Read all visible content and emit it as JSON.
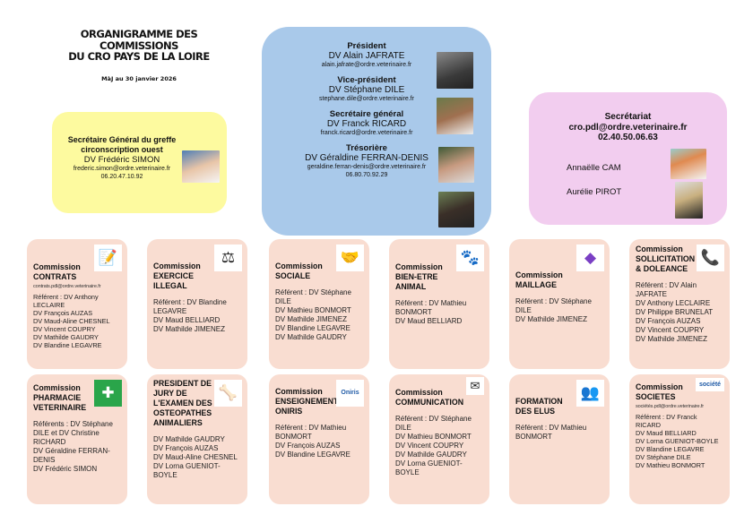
{
  "header": {
    "title_lines": [
      "ORGANIGRAMME DES",
      "COMMISSIONS",
      "DU CRO PAYS DE LA LOIRE"
    ],
    "updated": "MàJ au 30 janvier 2026"
  },
  "greffe": {
    "role_lines": [
      "Secrétaire Général du greffe",
      "circonscription ouest"
    ],
    "name": "DV Frédéric SIMON",
    "email": "frederic.simon@ordre.veterinaire.fr",
    "phone": "06.20.47.10.92"
  },
  "bureau": [
    {
      "role": "Président",
      "name": "DV Alain JAFRATE",
      "email": "alain.jafrate@ordre.veterinaire.fr"
    },
    {
      "role": "Vice-président",
      "name": "DV Stéphane DILE",
      "email": "stephane.dile@ordre.veterinaire.fr"
    },
    {
      "role": "Secrétaire général",
      "name": "DV Franck RICARD",
      "email": "franck.ricard@ordre.veterinaire.fr"
    },
    {
      "role": "Trésorière",
      "name": "DV Géraldine FERRAN-DENIS",
      "email": "geraldine.ferran-denis@ordre.veterinaire.fr",
      "phone": "06.80.70.92.29"
    }
  ],
  "secretariat": {
    "title": "Secrétariat",
    "email": "cro.pdl@ordre.veterinaire.fr",
    "phone": "02.40.50.06.63",
    "members": [
      "Annaëlle CAM",
      "Aurélie PIROT"
    ]
  },
  "commissions": [
    {
      "title": [
        "Commission",
        "CONTRATS"
      ],
      "email": "contrats.pdl@ordre.veterinaire.fr",
      "icon": "contract-icon",
      "glyph": "📝",
      "body": [
        "Référent : DV Anthony",
        "LECLAIRE",
        "DV François AUZAS",
        "DV Maud-Aline CHESNEL",
        "DV Vincent COUPRY",
        "DV Mathilde GAUDRY",
        "DV Blandine LEGAVRE"
      ]
    },
    {
      "title": [
        "Commission",
        "EXERCICE",
        "ILLEGAL"
      ],
      "icon": "scales-icon",
      "glyph": "⚖",
      "body": [
        "Référent : DV Blandine",
        "LEGAVRE",
        "DV Maud BELLIARD",
        "DV Mathilde JIMENEZ"
      ]
    },
    {
      "title": [
        "Commission",
        "SOCIALE"
      ],
      "icon": "handshake-icon",
      "glyph": "🤝",
      "body": [
        "Référent : DV Stéphane",
        "DILE",
        "DV Mathieu BONMORT",
        "DV Mathilde JIMENEZ",
        "DV Blandine LEGAVRE",
        "DV Mathilde GAUDRY"
      ]
    },
    {
      "title": [
        "Commission",
        "BIEN-ETRE",
        "ANIMAL"
      ],
      "icon": "animal-care-icon",
      "glyph": "🐾",
      "body": [
        "Référent : DV Mathieu",
        "BONMORT",
        "DV Maud BELLIARD"
      ]
    },
    {
      "title": [
        "Commission",
        "MAILLAGE"
      ],
      "icon": "france-map-icon",
      "glyph": "◆",
      "body": [
        "Référent : DV Stéphane",
        "DILE",
        "DV Mathilde JIMENEZ"
      ]
    },
    {
      "title": [
        "Commission",
        "SOLLICITATION",
        "& DOLEANCE"
      ],
      "icon": "phone-icon",
      "glyph": "📞",
      "body": [
        "Référent : DV Alain",
        "JAFRATE",
        "DV Anthony LECLAIRE",
        "DV Philippe BRUNELAT",
        "DV François AUZAS",
        "DV Vincent COUPRY",
        "DV Mathilde JIMENEZ"
      ]
    },
    {
      "title": [
        "Commission",
        "PHARMACIE",
        "VETERINAIRE"
      ],
      "icon": "pharmacy-cross-icon",
      "glyph": "✚",
      "body": [
        "Référents : DV Stéphane",
        "DILE et DV Christine",
        "RICHARD",
        "DV Géraldine FERRAN-",
        "DENIS",
        "DV Frédéric SIMON"
      ]
    },
    {
      "title": [
        "PRESIDENT DE",
        "JURY DE",
        "L'EXAMEN DES",
        "OSTEOPATHES",
        "ANIMALIERS"
      ],
      "icon": "anatomy-icon",
      "glyph": "🦴",
      "body": [
        "DV Mathilde GAUDRY",
        "DV François AUZAS",
        "DV Maud-Aline CHESNEL",
        "DV Lorna GUENIOT-",
        "BOYLE"
      ]
    },
    {
      "title": [
        "Commission",
        "ENSEIGNEMENT",
        "ONIRIS"
      ],
      "icon": "oniris-logo-icon",
      "glyph": "Oniris",
      "body": [
        "Référent : DV Mathieu",
        "BONMORT",
        "DV François AUZAS",
        "DV Blandine LEGAVRE"
      ]
    },
    {
      "title": [
        "Commission",
        "COMMUNICATION"
      ],
      "icon": "mail-icon",
      "glyph": "✉",
      "body": [
        "Référent : DV Stéphane",
        "DILE",
        "DV Mathieu BONMORT",
        "DV Vincent COUPRY",
        "DV Mathilde GAUDRY",
        "DV Lorna GUENIOT-",
        "BOYLE"
      ]
    },
    {
      "title": [
        "FORMATION",
        "DES ELUS"
      ],
      "icon": "training-icon",
      "glyph": "👥",
      "body": [
        "Référent : DV Mathieu",
        "BONMORT"
      ]
    },
    {
      "title": [
        "Commission",
        "SOCIETES"
      ],
      "email": "sociétés.pdl@ordre.veterinaire.fr",
      "icon": "societe-logo-icon",
      "glyph": "société",
      "body": [
        "Référent : DV Franck",
        "RICARD",
        "DV Maud BELLIARD",
        "DV Lorna GUENIOT-BOYLE",
        "DV Blandine LEGAVRE",
        "DV Stéphane DILE",
        "DV Mathieu BONMORT"
      ]
    }
  ]
}
